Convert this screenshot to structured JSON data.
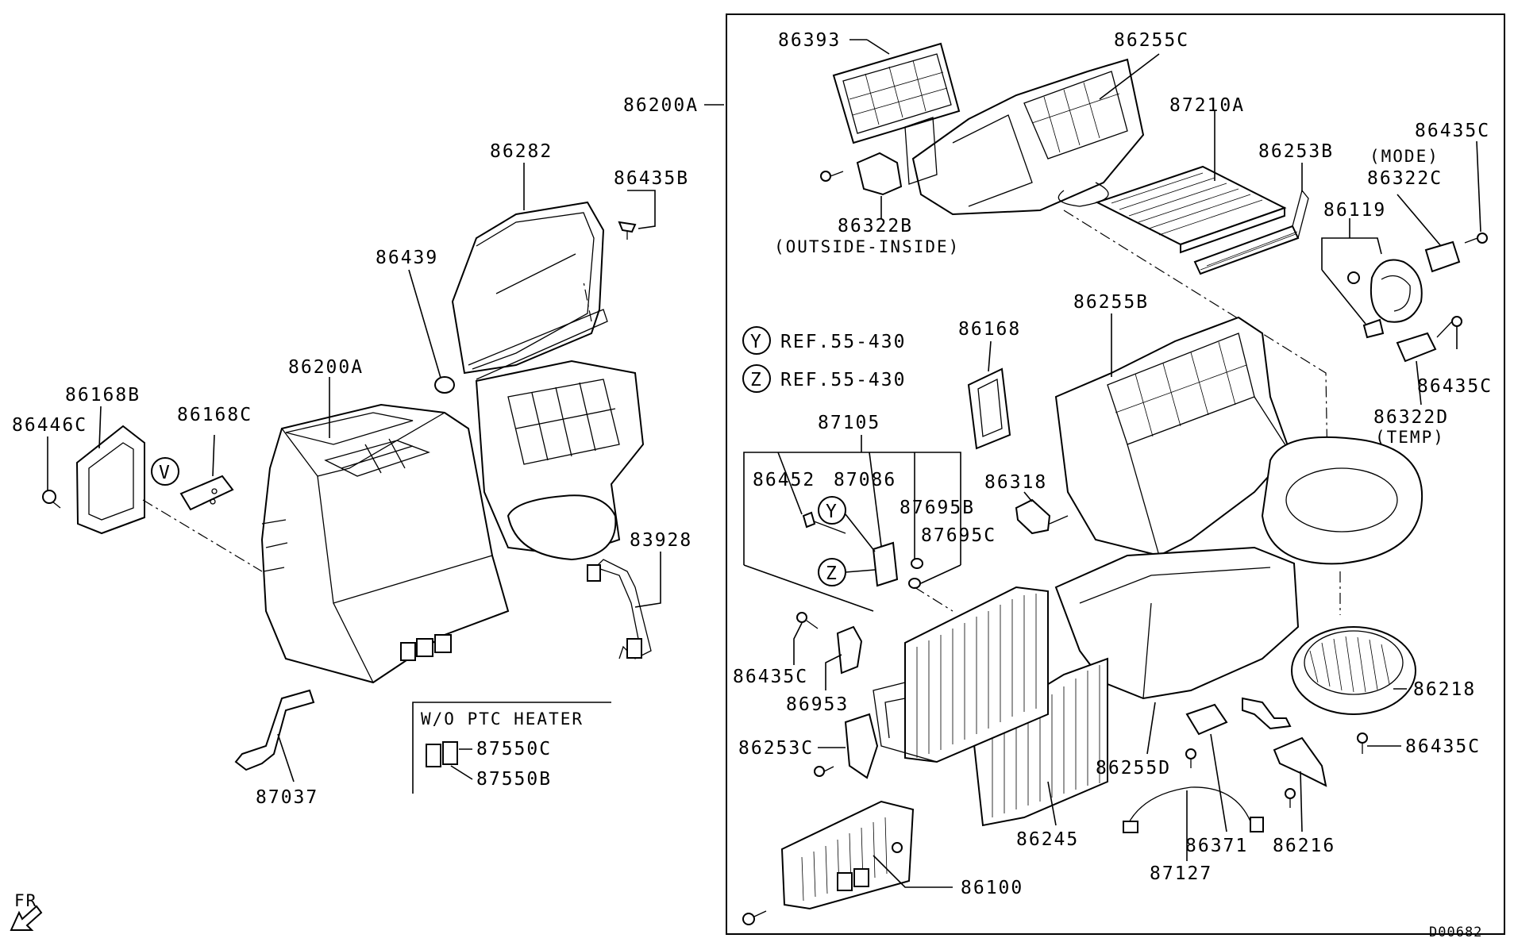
{
  "document_id": "D00682",
  "front_marker": "FR",
  "ref_y": {
    "letter": "Y",
    "text": "REF.55-430"
  },
  "ref_z": {
    "letter": "Z",
    "text": "REF.55-430"
  },
  "ptc_box_title": "W/O PTC HEATER",
  "callout_v": "V",
  "callout_y": "Y",
  "callout_z": "Z",
  "labels": {
    "p86393": "86393",
    "p86255C": "86255C",
    "p86200A_main": "86200A",
    "p87210A": "87210A",
    "p86253B": "86253B",
    "p86435C_tr": "86435C",
    "mode": "(MODE)",
    "p86322C": "86322C",
    "p86119": "86119",
    "p86322B": "86322B",
    "outside_inside": "(OUTSIDE-INSIDE)",
    "p86282": "86282",
    "p86435B": "86435B",
    "p86439": "86439",
    "p86200A_left": "86200A",
    "p86168B": "86168B",
    "p86446C": "86446C",
    "p86168C": "86168C",
    "p83928": "83928",
    "p87037": "87037",
    "p87550C": "87550C",
    "p87550B": "87550B",
    "p86255B": "86255B",
    "p86168": "86168",
    "p86435C_r2": "86435C",
    "p86322D": "86322D",
    "temp": "(TEMP)",
    "p87105": "87105",
    "p86452": "86452",
    "p87086": "87086",
    "p87695B": "87695B",
    "p87695C": "87695C",
    "p86318": "86318",
    "p86435C_l": "86435C",
    "p86953": "86953",
    "p86253C": "86253C",
    "p86218": "86218",
    "p86435C_br": "86435C",
    "p86255D": "86255D",
    "p86245": "86245",
    "p86371": "86371",
    "p86216": "86216",
    "p87127": "87127",
    "p86100": "86100"
  }
}
